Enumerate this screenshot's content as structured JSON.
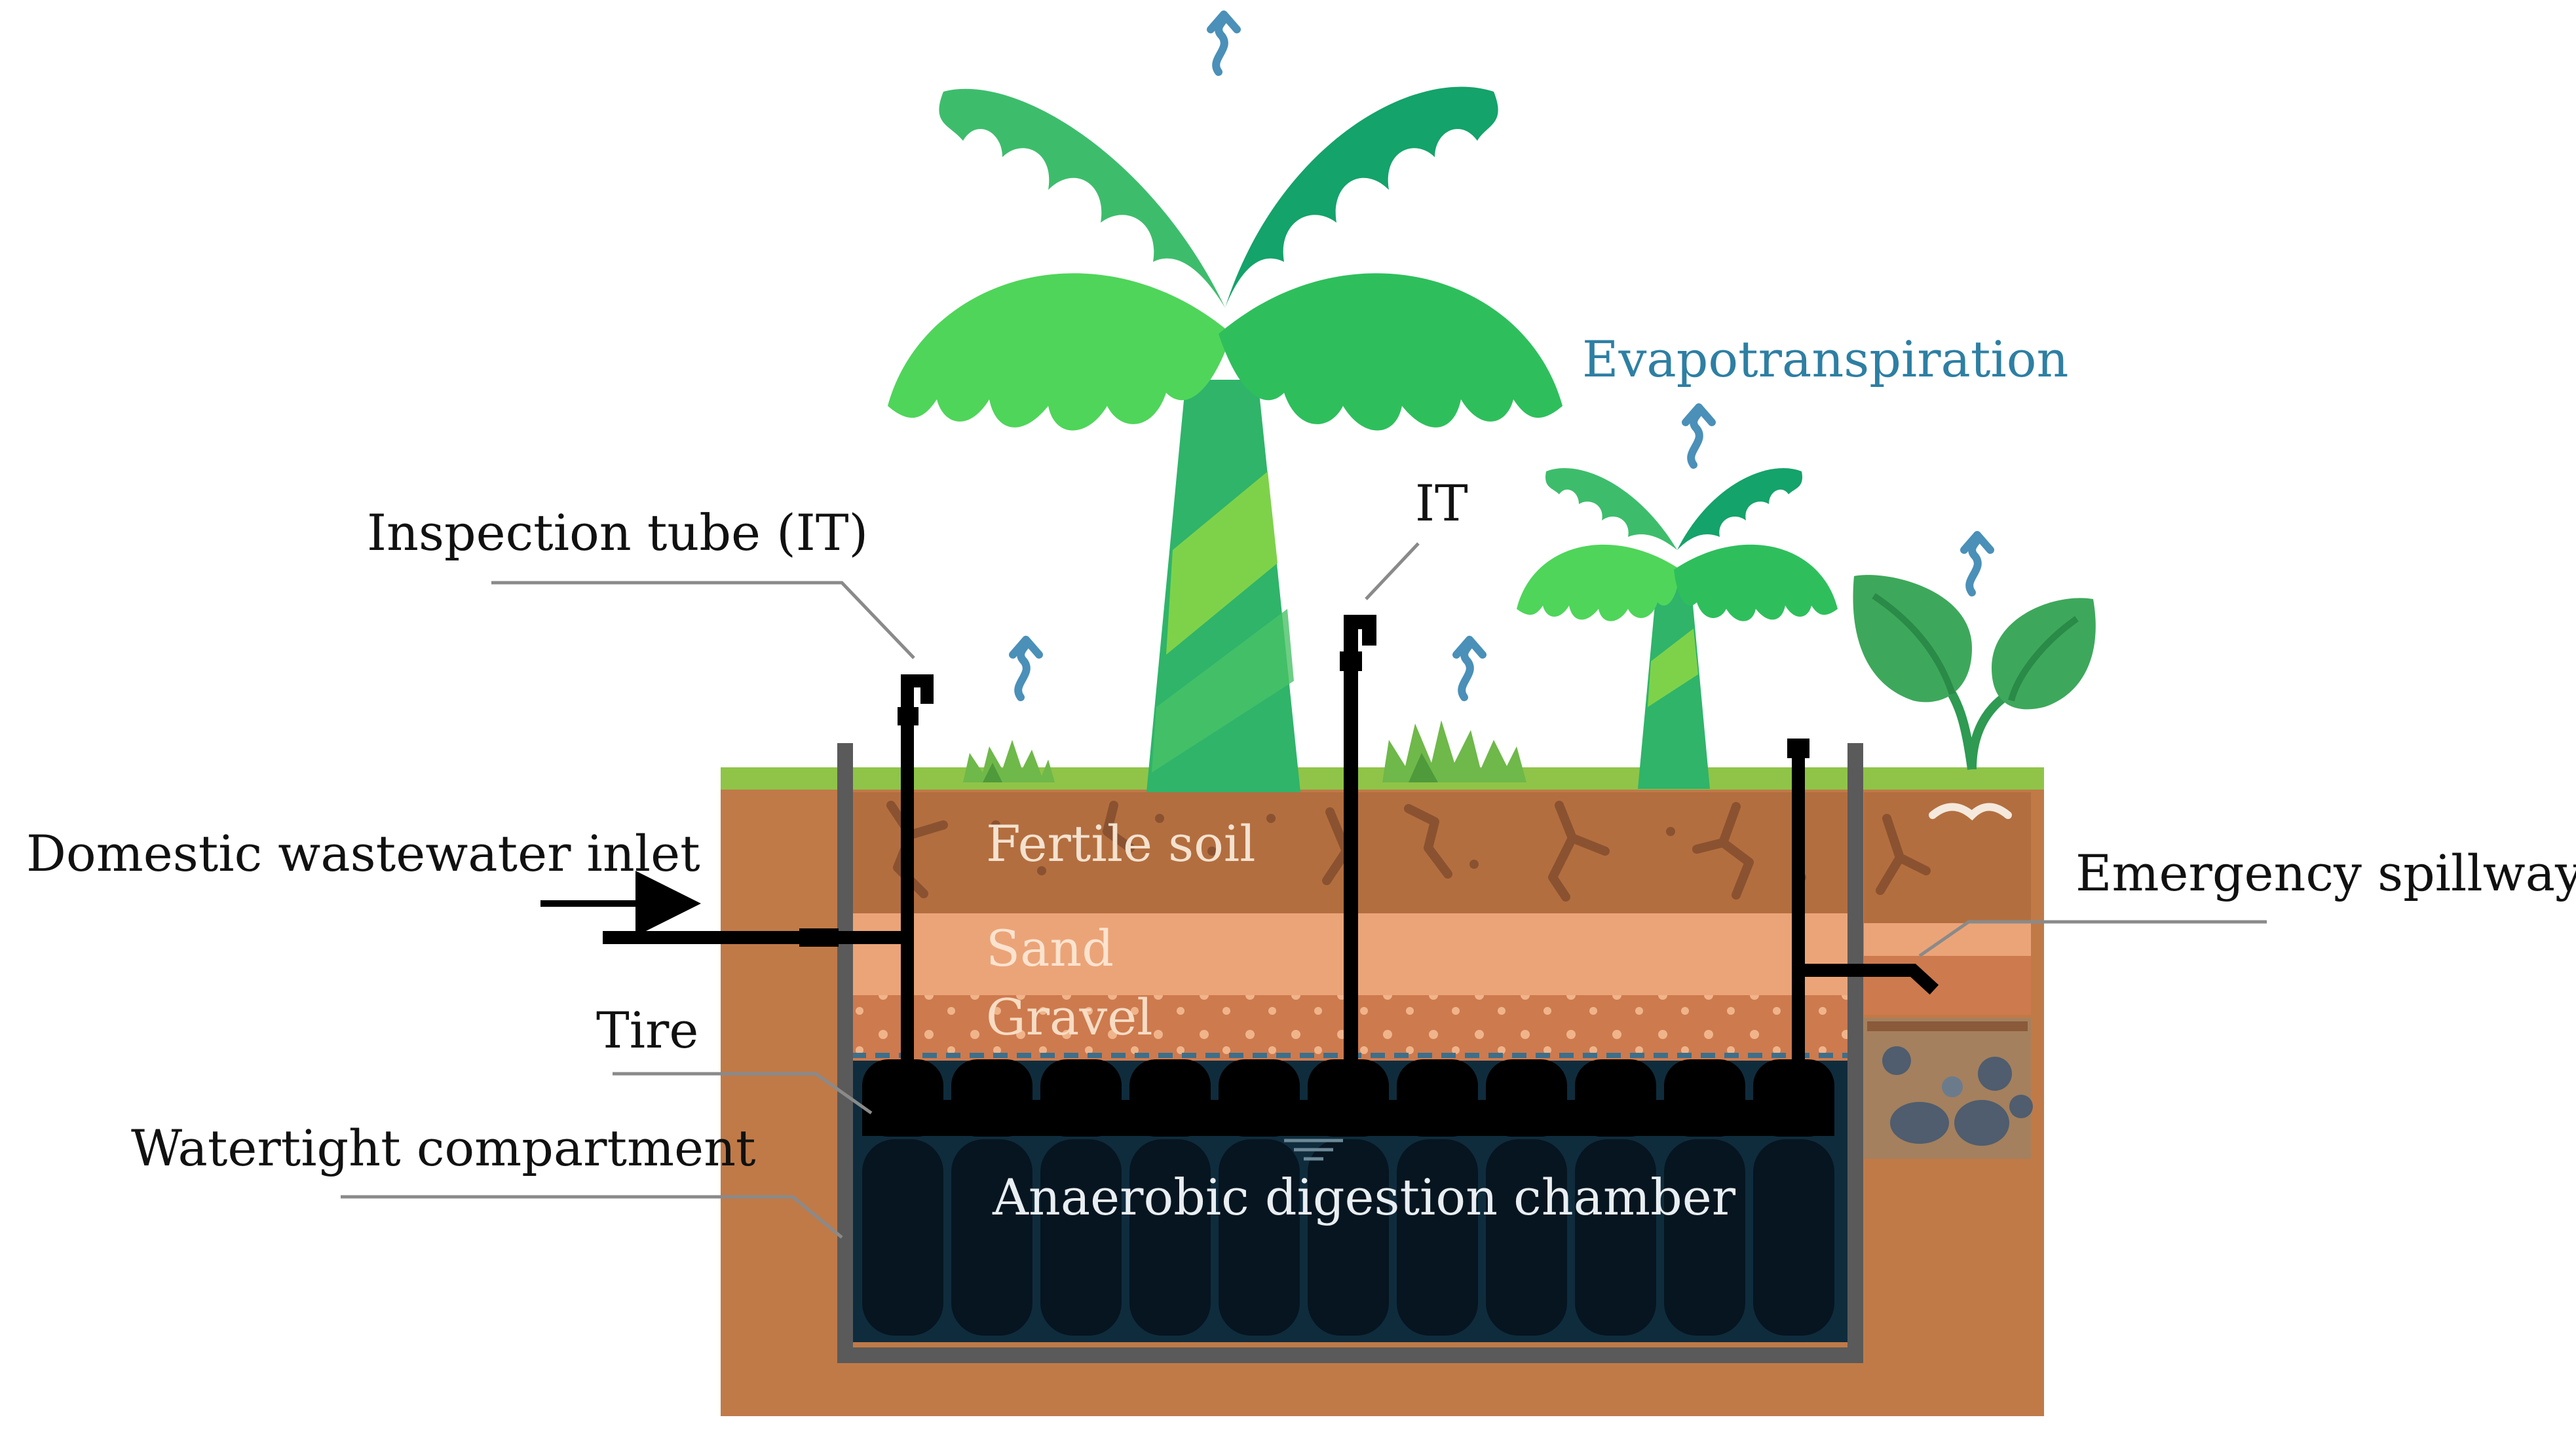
{
  "labels": {
    "inspection_tube": "Inspection tube (IT)",
    "it_short": "IT",
    "domestic_inlet": "Domestic wastewater inlet",
    "tire": "Tire",
    "watertight": "Watertight compartment",
    "emergency_spillway": "Emergency spillway",
    "evapotranspiration": "Evapotranspiration",
    "anaerobic_chamber": "Anaerobic digestion chamber"
  },
  "layers": {
    "fertile_soil": "Fertile soil",
    "sand": "Sand",
    "gravel": "Gravel"
  },
  "colors": {
    "soil": "#c07a48",
    "fertile_soil": "#b36e3f",
    "sand": "#eba478",
    "gravel": "#cd7a4e",
    "chamber": "#0f2c3d",
    "tire": "#000000",
    "wall": "#5a5a5a",
    "grass": "#8fc448",
    "leaf_dark": "#14a36a",
    "leaf_light": "#4fd55a",
    "trunk": "#2fb46a",
    "evap_text": "#2e7fa3",
    "vapor": "#4a90b8"
  },
  "icons": {
    "vapor": "wavy-up-arrow-icon",
    "inlet": "right-arrow-icon"
  }
}
